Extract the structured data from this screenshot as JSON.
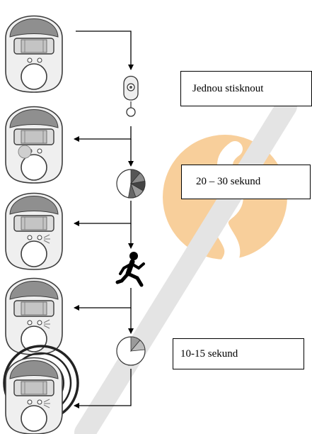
{
  "labels": {
    "step1": "Jednou stisknout",
    "step2": "20 – 30 sekund",
    "step3": "10-15 sekund"
  },
  "colors": {
    "watermark_orange": "#f8cf9b",
    "watermark_grey": "#e4e4e4",
    "detector_body": "#efefef",
    "detector_top": "#8f8f8f",
    "flow_line": "#000000"
  },
  "icons": [
    "motion-detector",
    "remote-keyfob",
    "pie-timer",
    "walking-person",
    "alarm-sound-waves",
    "led-glow",
    "flow-arrow"
  ]
}
